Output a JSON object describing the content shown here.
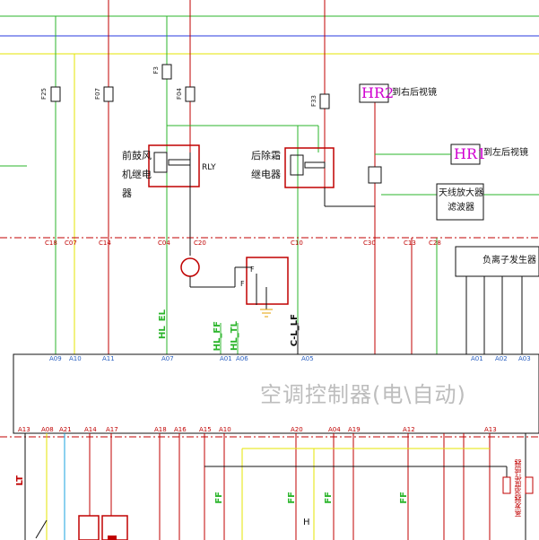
{
  "diagram": {
    "controller_title": "空调控制器(电\\自动)",
    "components": {
      "front_fan_relay": [
        "前鼓风",
        "机继电",
        "器"
      ],
      "rear_defrost_relay": [
        "后除霜",
        "继电器"
      ],
      "antenna_amp": [
        "天线放大器",
        "滤波器"
      ],
      "anion_generator": "负离子发生器",
      "relay_tag": "RLY",
      "temp_sensor": "蒸发器温度传感器",
      "right_mirror_tag": "HR2",
      "right_mirror_label": "到右后视镜",
      "left_mirror_tag": "HR1",
      "left_mirror_label": "到左后视镜"
    },
    "pins_top": [
      "C18",
      "C07",
      "C14",
      "C04",
      "C20",
      "C10",
      "C30",
      "C13",
      "C28"
    ],
    "pins_ctrl_top": [
      "A09",
      "A10",
      "A11",
      "A07",
      "A01",
      "A06",
      "A05",
      "A01",
      "A02",
      "A03"
    ],
    "pins_ctrl_bottom": [
      "A13",
      "A08",
      "A21",
      "A14",
      "A17",
      "A18",
      "A16",
      "A15",
      "A10",
      "A20",
      "A04",
      "A19",
      "A12",
      "A13"
    ],
    "wire_labels": {
      "w_hl_el": "HL_EL",
      "w_hl_ff": "HL_FF",
      "w_hl_tl": "HL_TL",
      "w_c_lf": "C-L_LF",
      "w_lt": "LT",
      "w_ff1": "FF",
      "w_ff2": "FF",
      "w_ff3": "FF",
      "w_ff4": "FF",
      "w_h": "H"
    },
    "small_texts": {
      "fuse1": "F25",
      "fuse2": "F07",
      "fuse3": "F3",
      "fuse4": "F04",
      "fuse5": "F33",
      "ground_tag": "F",
      "fuse_tag": "F"
    }
  }
}
